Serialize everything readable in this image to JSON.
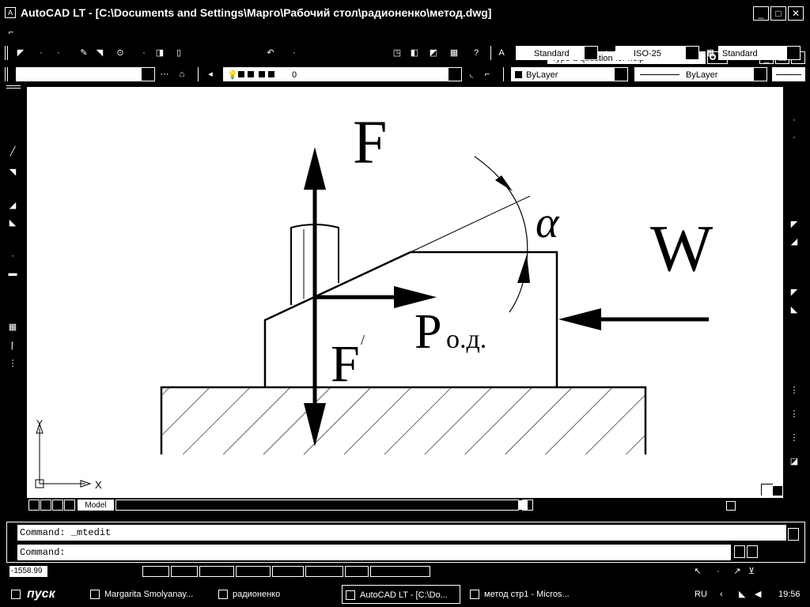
{
  "window": {
    "title": "AutoCAD LT - [C:\\Documents and Settings\\Марго\\Рабочий стол\\радионенко\\метод.dwg]",
    "app_icon": "autocad-icon"
  },
  "menubar": {
    "help_placeholder": "Type a question for help"
  },
  "styles_toolbar": {
    "text_style": "Standard",
    "dim_style": "ISO-25",
    "table_style": "Standard"
  },
  "layers_toolbar": {
    "layer_name": "0"
  },
  "properties_toolbar": {
    "color": "ByLayer",
    "linetype": "ByLayer"
  },
  "drawing": {
    "label_force_top": "F",
    "label_force_bottom": "F",
    "label_alpha": "α",
    "label_w": "W",
    "label_p_main": "P",
    "label_p_sub": "о.д.",
    "ucs_x": "X",
    "ucs_y": "Y"
  },
  "tabs": {
    "model": "Model"
  },
  "command": {
    "history": "Command:  _mtedit",
    "prompt": "Command:"
  },
  "status": {
    "coordinates": "-1558.99"
  },
  "taskbar": {
    "start_label": "пуск",
    "tasks": [
      "Margarita Smolyanay...",
      "радионенко",
      "AutoCAD LT - [C:\\Do...",
      "метод  стр1 - Micros..."
    ],
    "language": "RU",
    "clock": "19:56"
  },
  "colors": {
    "background": "#000000",
    "canvas": "#ffffff",
    "foreground": "#ffffff"
  }
}
